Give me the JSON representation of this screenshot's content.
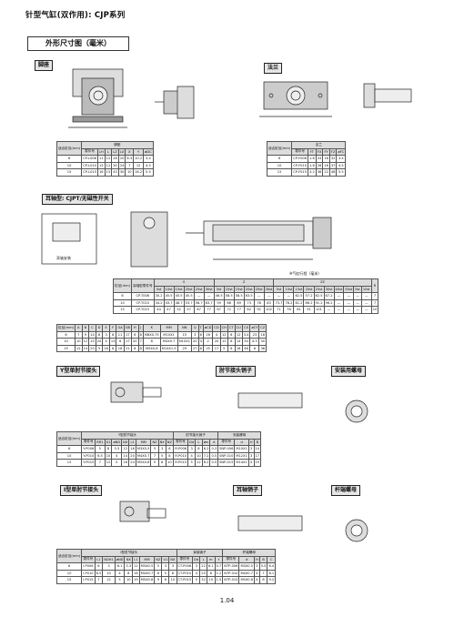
{
  "page_title": "针型气缸(双作用): CJP系列",
  "section_title": "外形尺寸图（毫米）",
  "labels": {
    "foot": "脚座",
    "flange": "法兰",
    "ear": "耳轴型: CJPT/无磁性开关",
    "ear_mount": "耳轴安装",
    "y_joint": "Y型单肘节接头",
    "knuckle_pin": "肘节接头销子",
    "nut": "安装用螺母",
    "i_joint": "I型单肘节接头",
    "ear_pin": "耳轴销子",
    "rod_nut": "杆端螺母",
    "stroke_note": "※气缸行程（毫米）",
    "page_number": "1.04"
  },
  "foot_table": {
    "headers": [
      "适合缸径(mm)",
      "零件号",
      "LH",
      "L",
      "LZ",
      "LX",
      "X",
      "Y",
      "øDC"
    ],
    "group": "脚座",
    "rows": [
      [
        "6",
        "CP-L006",
        "11",
        "12",
        "26",
        "20",
        "6.3",
        "10.2",
        "3.4"
      ],
      [
        "10",
        "CP-L010",
        "13",
        "12",
        "30",
        "24",
        "7",
        "12",
        "4.5"
      ],
      [
        "15",
        "CP-L015",
        "16",
        "15",
        "43",
        "30",
        "10",
        "16.2",
        "5.5"
      ]
    ]
  },
  "flange_table": {
    "headers": [
      "适合缸径(mm)",
      "零件号",
      "FT",
      "FX",
      "FY",
      "FZ",
      "øFC"
    ],
    "group": "法兰",
    "rows": [
      [
        "6",
        "CP-F006",
        "1.6",
        "24",
        "16",
        "32",
        "3.4"
      ],
      [
        "10",
        "CP-F010",
        "1.6",
        "28",
        "16",
        "37",
        "4.5"
      ],
      [
        "15",
        "CP-F015",
        "3.2",
        "36",
        "22",
        "48",
        "5.5"
      ]
    ]
  },
  "stroke_table": {
    "col_a": "缸径(mm)",
    "col_b": "耳轴型零件号",
    "groups": [
      "S",
      "Z",
      "ZZ"
    ],
    "strokes": [
      "5st",
      "10st",
      "15st",
      "20st",
      "25st",
      "30st",
      "40st",
      "50st"
    ],
    "last": "R",
    "rows": [
      [
        "6",
        "CP-T006",
        "30.2",
        "45.5",
        "45.5",
        "45.5",
        "—",
        "—",
        "46.5",
        "58.5",
        "58.5",
        "63.5",
        "—",
        "—",
        "—",
        "—",
        "62.5",
        "57.2",
        "62.5",
        "67.2",
        "—",
        "—",
        "—",
        "—",
        "7"
      ],
      [
        "10",
        "CP-T010",
        "34.2",
        "43.7",
        "48.7",
        "53.7",
        "58.7",
        "63.7",
        "59",
        "68",
        "69",
        "73",
        "78",
        "83",
        "73.7",
        "78.2",
        "81.2",
        "86.2",
        "91.2",
        "96.2",
        "—",
        "—",
        "—",
        "—",
        "7"
      ],
      [
        "15",
        "CP-T015",
        "40",
        "47",
        "52",
        "57",
        "67",
        "77",
        "67",
        "72",
        "77",
        "82",
        "92",
        "102",
        "71",
        "76",
        "81",
        "91",
        "101",
        "—",
        "—",
        "—",
        "—",
        "—",
        "10"
      ]
    ]
  },
  "dim_table": {
    "headers": [
      "缸径(mm)",
      "A",
      "B",
      "C",
      "D",
      "E",
      "F",
      "GA",
      "GB",
      "H",
      "J",
      "K",
      "MM",
      "NN",
      "Q",
      "T",
      "øCD",
      "CD",
      "CH",
      "CT",
      "CU",
      "CX",
      "øCY",
      "CZ"
    ],
    "rows": [
      [
        "6",
        "7",
        "9",
        "14",
        "8",
        "3",
        "6",
        "11",
        "17",
        "6",
        "6",
        "M8X0.75",
        "M10X1",
        "15",
        "3",
        "6",
        "16",
        "4",
        "12",
        "6",
        "12",
        "3.4",
        "23",
        "18"
      ],
      [
        "10",
        "10",
        "12",
        "15",
        "20",
        "4",
        "13",
        "6",
        "17",
        "20",
        "7",
        "8",
        "M4X0.7",
        "M10X1",
        "20",
        "3",
        "2",
        "20",
        "12",
        "6",
        "14",
        "34",
        "4.5",
        "30"
      ],
      [
        "15",
        "12",
        "14",
        "20",
        "5",
        "18",
        "6",
        "18",
        "21",
        "8",
        "8",
        "M5X0.8",
        "M14X1.5",
        "29",
        "27",
        "6",
        "25",
        "17",
        "5",
        "6",
        "18",
        "46",
        "6",
        "38"
      ]
    ]
  },
  "y_table": {
    "groups": [
      "Y型肘节接头",
      "肘节接头销子",
      "安装螺母"
    ],
    "headers": [
      "适合缸径(mm)",
      "零件号",
      "RR1",
      "U1",
      "øND",
      "NX",
      "L1",
      "MM",
      "NZ",
      "NX",
      "NZ",
      "零件号",
      "Dd",
      "L",
      "øm",
      "d",
      "零件号",
      "d",
      "H",
      "B"
    ],
    "rows": [
      [
        "6",
        "Y-P006",
        "5",
        "8",
        "3.3",
        "12",
        "16",
        "M3X0.5",
        "5",
        "3",
        "6",
        "IY-P006",
        "3",
        "8",
        "6.2",
        "0.3",
        "SNP-006",
        "M10X1",
        "3",
        "14"
      ],
      [
        "10",
        "Y-P010",
        "6.5",
        "10",
        "4",
        "14",
        "20",
        "M4X0.7",
        "7",
        "5",
        "8",
        "IY-P010",
        "4",
        "10",
        "7.2",
        "0.5",
        "SNP-010",
        "M12X1",
        "3",
        "17"
      ],
      [
        "15",
        "Y-P015",
        "7",
        "12",
        "5",
        "16",
        "24",
        "M5X0.8",
        "9",
        "8",
        "10",
        "IY-P015",
        "5",
        "12",
        "8.2",
        "0.5",
        "SNP-015",
        "M14X1",
        "4",
        "19"
      ]
    ]
  },
  "i_table": {
    "groups": [
      "I型肘节接头",
      "耳轴销子",
      "杆端螺母"
    ],
    "headers": [
      "适合缸径(mm)",
      "零件号",
      "L1",
      "NDH1",
      "øND",
      "NX",
      "L1",
      "MM",
      "NZ",
      "U1",
      "NX",
      "零件号",
      "Dd",
      "L",
      "m",
      "t",
      "零件号",
      "d",
      "H",
      "B",
      "C"
    ],
    "rows": [
      [
        "6",
        "I-P006",
        "6",
        "3",
        "6.1",
        "3.3",
        "11",
        "M3X0.5",
        "5",
        "3",
        "3",
        "CT-P006",
        "3",
        "22",
        "6.1",
        "0.7",
        "NTP-006",
        "M3X0.5",
        "3",
        "5.5",
        "6.4"
      ],
      [
        "10",
        "I-P010",
        "6.5",
        "10",
        "4",
        "8",
        "16",
        "M4X0.7",
        "6",
        "5",
        "8",
        "CT-P010",
        "4",
        "25",
        "8",
        "1.2",
        "NTP-010",
        "M4X0.7",
        "4",
        "7",
        "8.1"
      ],
      [
        "15",
        "I-P015",
        "7",
        "12",
        "5",
        "10",
        "19",
        "M5X0.8",
        "9",
        "6",
        "10",
        "CT-P015",
        "5",
        "32",
        "10",
        "1.5",
        "NTP-015",
        "M5X0.8",
        "4",
        "8",
        "9.2"
      ]
    ]
  }
}
